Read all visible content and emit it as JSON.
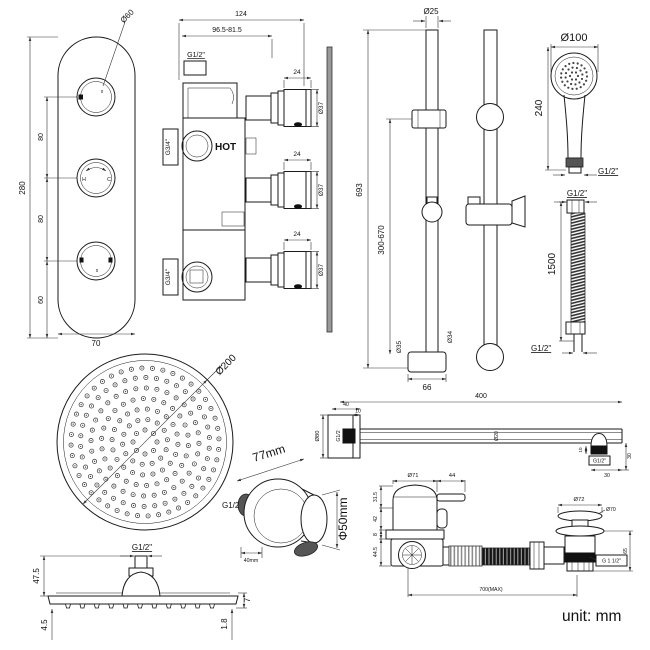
{
  "unit_label": "unit: mm",
  "trim_plate": {
    "height": "280",
    "seg_top": "80",
    "seg_mid": "80",
    "seg_bottom": "60",
    "width": "70",
    "knob_dia": "Ø60",
    "zero": "0",
    "hot_mark": "H",
    "cold_mark": "C"
  },
  "valve": {
    "width": "124",
    "depth_range": "96.5-81.5",
    "inlet_thread": "G1/2\"",
    "hot_label": "HOT",
    "port_top": "G3/4\"",
    "port_bottom": "G3/4\"",
    "knobs": [
      {
        "len": "24",
        "dia": "Ø37"
      },
      {
        "len": "24",
        "dia": "Ø37"
      },
      {
        "len": "24",
        "dia": "Ø37"
      }
    ]
  },
  "rail": {
    "top_dia": "Ø25",
    "length": "693",
    "adjust_range": "300-670",
    "bottom_dia": "Ø35",
    "holder_dia": "Ø34",
    "base_width": "66"
  },
  "handshower": {
    "head_dia": "Ø100",
    "length": "240",
    "thread": "G1/2\""
  },
  "hose": {
    "thread_top": "G1/2\"",
    "length": "1500",
    "thread_bottom": "G1/2\""
  },
  "rainhead": {
    "dia": "Ø200"
  },
  "elbow": {
    "width": "77mm",
    "dia": "Φ50mm",
    "thread": "G1/2",
    "depth": "40mm"
  },
  "arm": {
    "length": "400",
    "wall_offset": "40",
    "plate_step": "10",
    "flange_dia": "Ø80",
    "flange_thread": "G1/2",
    "tube_dia": "Ø20",
    "thread_len": "10",
    "end_thread": "G1/2\"",
    "end_offset": "30",
    "end_drop": "30"
  },
  "headside": {
    "thread": "G1/2\"",
    "height": "47.5",
    "edge_left": "4.5",
    "edge_right": "1.8",
    "rim": "7"
  },
  "filler": {
    "cap_dia": "Ø71",
    "lever_len": "44",
    "h1": "31.5",
    "h2": "42",
    "h3": "8",
    "h4": "44.5",
    "hose_max": "700(MAX)"
  },
  "waste": {
    "cap_dia": "Ø72",
    "plug_dia": "Ø70",
    "thread": "G 1 1/2\"",
    "height": "65"
  }
}
